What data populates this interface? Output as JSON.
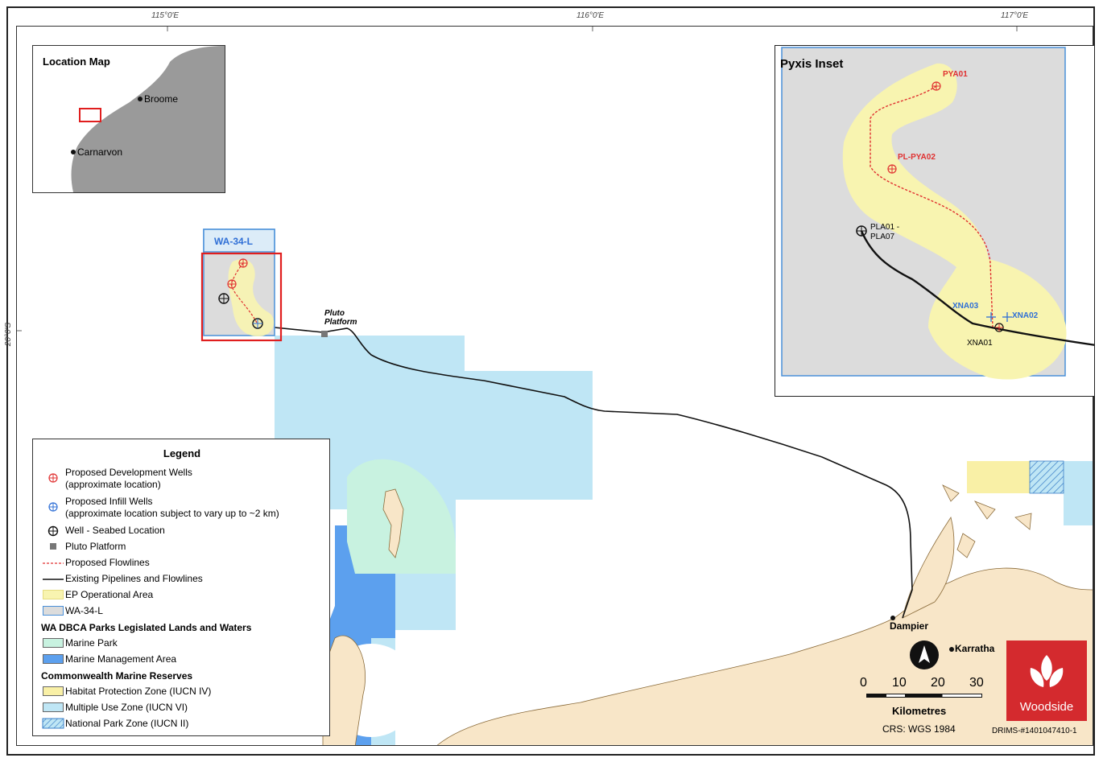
{
  "graticule": {
    "lon": [
      "115°0'E",
      "116°0'E",
      "117°0'E"
    ],
    "lat": [
      "20°0'S"
    ]
  },
  "location_map": {
    "title": "Location Map",
    "places": [
      "Broome",
      "Carnarvon"
    ]
  },
  "pyxis_inset": {
    "title": "Pyxis Inset",
    "wells": {
      "pya01": "PYA01",
      "pl_pya02": "PL-PYA02",
      "pla": "PLA01 -\nPLA07",
      "xna03": "XNA03",
      "xna02": "XNA02",
      "xna01": "XNA01"
    }
  },
  "main_map": {
    "permit_label": "WA-34-L",
    "platform_label": "Pluto\nPlatform",
    "places": {
      "dampier": "Dampier",
      "karratha": "Karratha"
    }
  },
  "legend": {
    "title": "Legend",
    "items": [
      "Proposed Development Wells\n(approximate location)",
      "Proposed Infill Wells\n(approximate location subject to vary up to ~2 km)",
      "Well - Seabed Location",
      "Pluto Platform",
      "Proposed Flowlines",
      "Existing Pipelines and Flowlines",
      "EP Operational Area",
      "WA-34-L"
    ],
    "section_wa": "WA DBCA Parks Legislated Lands and Waters",
    "wa_items": [
      "Marine Park",
      "Marine Management Area"
    ],
    "section_cmr": "Commonwealth Marine Reserves",
    "cmr_items": [
      "Habitat Protection Zone (IUCN IV)",
      "Multiple Use Zone (IUCN VI)",
      "National Park Zone (IUCN II)"
    ]
  },
  "scale_bar": {
    "ticks": [
      "0",
      "10",
      "20",
      "30"
    ],
    "unit": "Kilometres"
  },
  "crs": "CRS: WGS 1984",
  "logo": "Woodside",
  "doc_id": "DRIMS-#1401047410-1",
  "colors": {
    "ep_area": "#f8f4b0",
    "permit": "#dcdcdc",
    "permit_border": "#4a90d9",
    "multiple_use": "#bfe6f5",
    "marine_park": "#c8f2e0",
    "marine_mgmt": "#5ca0ee",
    "habitat_zone": "#f9f0a6",
    "land": "#f8e6c8",
    "proposed_well": "#e03030",
    "infill_well": "#2f6fd6",
    "logo_bg": "#d42a2e"
  }
}
